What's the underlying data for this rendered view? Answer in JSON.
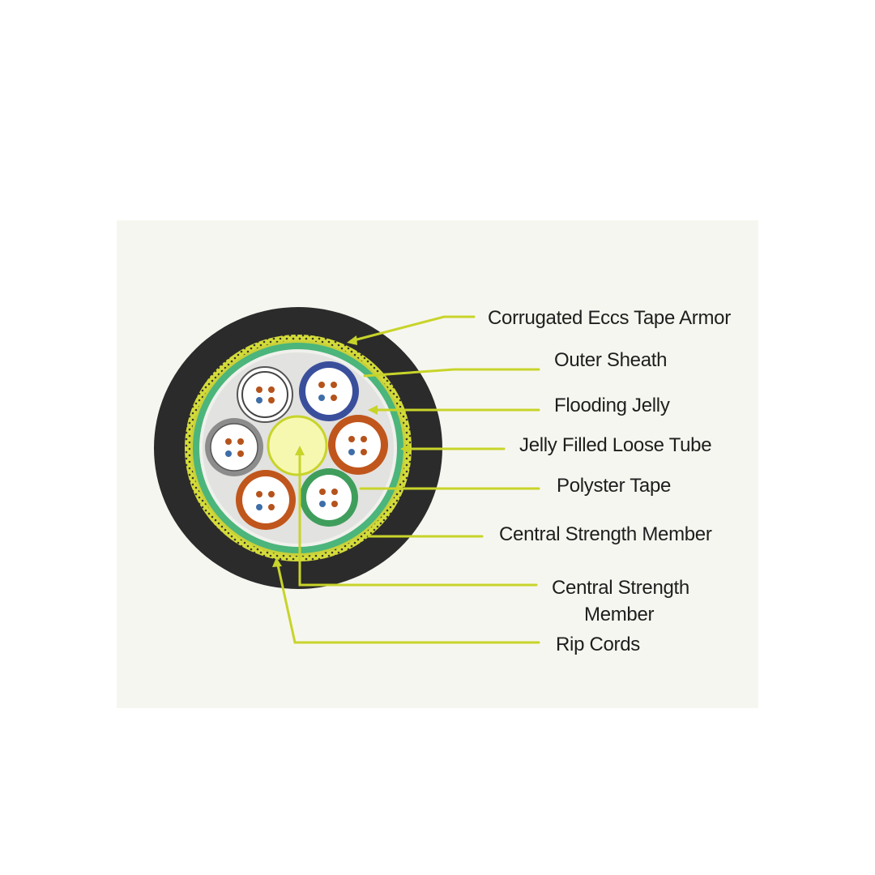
{
  "colors": {
    "background": "#ffffff",
    "panel": "#f6f6f0",
    "jacket": "#2b2b2b",
    "armor": "#d4dc3a",
    "outer_sheath_green": "#4bb57b",
    "jelly_fill": "#e4e4e2",
    "leader_line": "#c8d42a",
    "central_member": "#f6f8b0",
    "tube_white": "#ffffff",
    "tube_blue": "#3a4f9c",
    "tube_orange": "#c0561c",
    "tube_gray": "#8c8c8c",
    "tube_green": "#3f9e5c",
    "fiber_orange": "#b5531c",
    "fiber_blue": "#3e6ea8"
  },
  "labels": {
    "armor": "Corrugated Eccs Tape Armor",
    "outer_sheath": "Outer Sheath",
    "flooding_jelly": "Flooding Jelly",
    "loose_tube": "Jelly Filled Loose Tube",
    "polyster_tape": "Polyster Tape",
    "strength_member_1": "Central Strength Member",
    "strength_member_2_line1": "Central Strength",
    "strength_member_2_line2": "Member",
    "rip_cords": "Rip Cords"
  },
  "tubes": [
    {
      "name": "tube-white-top",
      "color": "white"
    },
    {
      "name": "tube-blue",
      "color": "blue"
    },
    {
      "name": "tube-orange-right",
      "color": "orange"
    },
    {
      "name": "tube-green",
      "color": "green"
    },
    {
      "name": "tube-orange-bottom",
      "color": "orange"
    },
    {
      "name": "tube-gray",
      "color": "gray"
    }
  ]
}
